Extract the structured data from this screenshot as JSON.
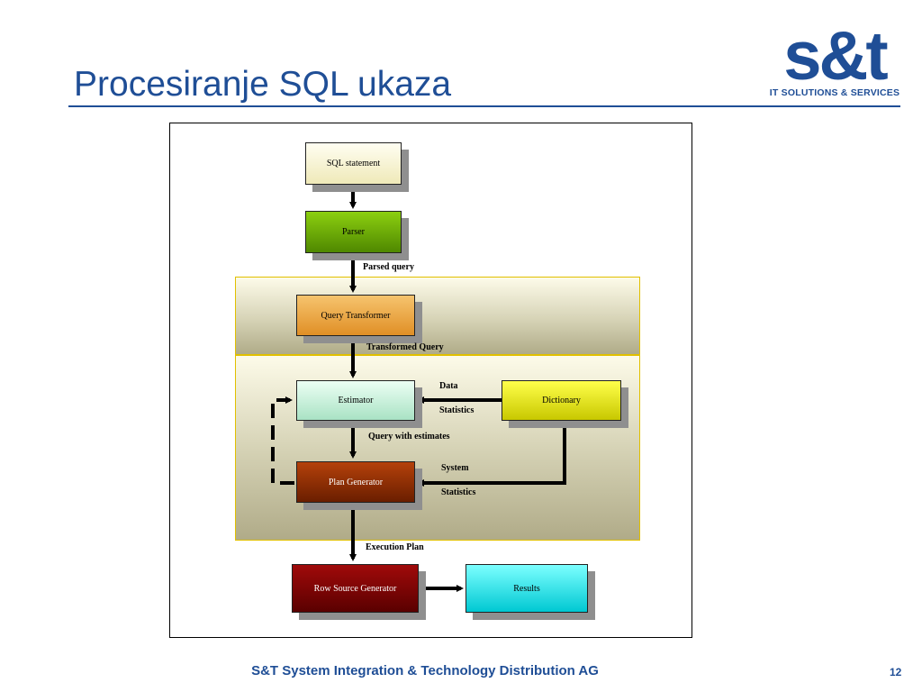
{
  "slide": {
    "title": "Procesiranje SQL ukaza",
    "footer": "S&T System Integration & Technology Distribution AG",
    "page_number": "12"
  },
  "logo": {
    "text": "s&t",
    "tagline": "IT SOLUTIONS & SERVICES",
    "color": "#1f4e96"
  },
  "diagram": {
    "nodes": {
      "sql_statement": "SQL statement",
      "parser": "Parser",
      "query_transformer": "Query Transformer",
      "estimator": "Estimator",
      "dictionary": "Dictionary",
      "plan_generator": "Plan Generator",
      "row_source_generator": "Row Source Generator",
      "results": "Results"
    },
    "edge_labels": {
      "parsed_query": "Parsed query",
      "transformed_query": "Transformed Query",
      "data": "Data",
      "statistics_1": "Statistics",
      "query_with_estimates": "Query with estimates",
      "system": "System",
      "statistics_2": "Statistics",
      "execution_plan": "Execution Plan"
    },
    "colors": {
      "sql_statement": "#fbf8dc",
      "parser": "#6aa800",
      "query_transformer": "#f2a33a",
      "estimator": "#c9f0dc",
      "dictionary": "#e6e600",
      "plan_generator": "#8a2a00",
      "row_source_generator": "#7a0000",
      "results": "#00e0e8",
      "band_border": "#e1c000"
    }
  }
}
